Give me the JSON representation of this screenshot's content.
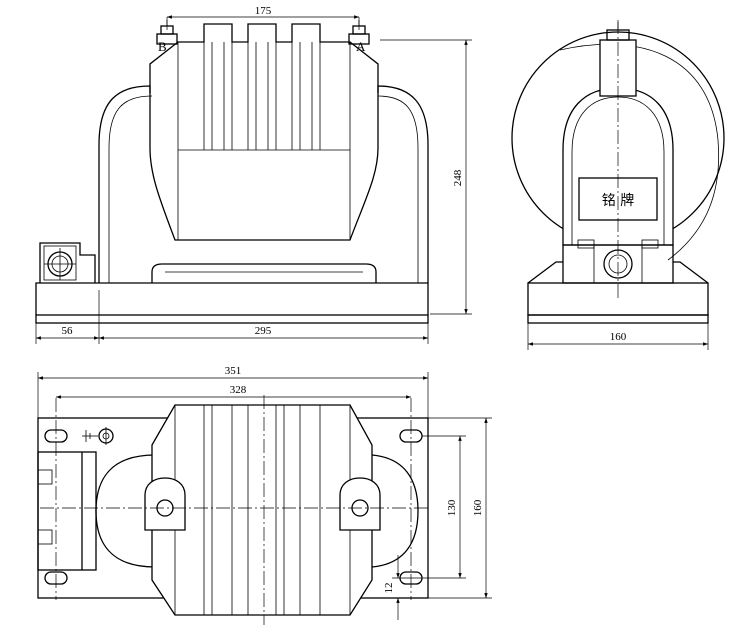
{
  "front_view": {
    "dim_top": "175",
    "dim_height": "248",
    "dim_left": "56",
    "dim_bottom": "295",
    "terminal_b": "B",
    "terminal_a": "A"
  },
  "side_view": {
    "nameplate": "铭  牌",
    "dim_width": "160"
  },
  "top_view": {
    "dim_overall": "351",
    "dim_mount": "328",
    "dim_hole_spacing": "130",
    "dim_depth": "160",
    "dim_offset": "12"
  },
  "colors": {
    "line": "#000000",
    "background": "#ffffff"
  },
  "icons": [
    "ground-symbol-icon"
  ]
}
